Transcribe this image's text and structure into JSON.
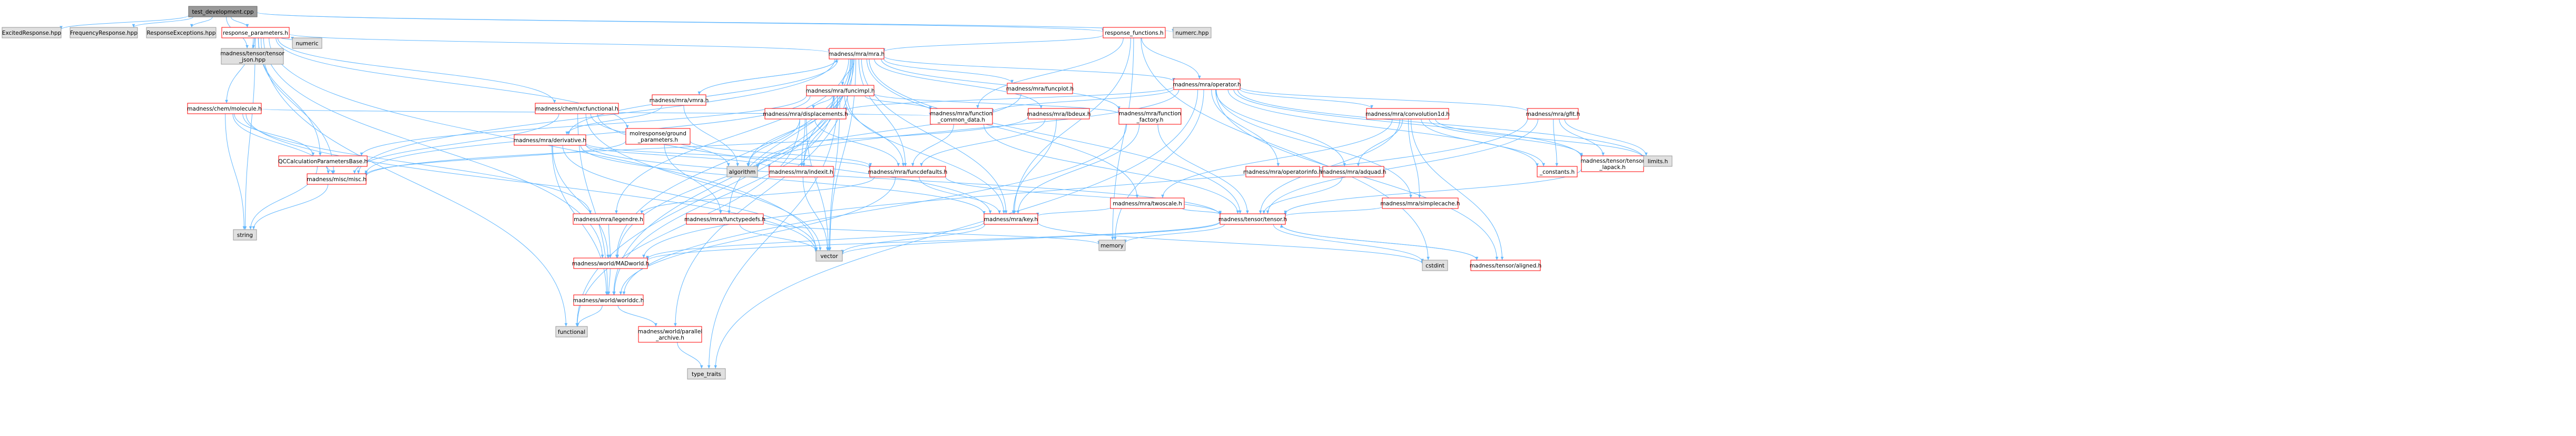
{
  "title": "test_development.cpp",
  "colors": {
    "edge": "#63b8ff",
    "root_fill": "#999999",
    "root_border": "#666666",
    "node_fill": "#ffffff",
    "linked_border": "#ff0000",
    "external_fill": "#e0e0e0",
    "external_border": "#999999",
    "text": "#000000"
  },
  "node_styles": {
    "root": "grey fill, dark border",
    "linked": "white fill, red border",
    "external": "light grey fill, grey border"
  },
  "nodes": [
    {
      "id": "test_development",
      "label": "test_development.cpp",
      "style": "root",
      "link": false
    },
    {
      "id": "ExcitedResponse",
      "label": "ExcitedResponse.hpp",
      "style": "external",
      "link": false
    },
    {
      "id": "FrequencyResponse",
      "label": "FrequencyResponse.hpp",
      "style": "external",
      "link": false
    },
    {
      "id": "ResponseExceptions",
      "label": "ResponseExceptions.hpp",
      "style": "external",
      "link": false
    },
    {
      "id": "response_parameters",
      "label": "response_parameters.h",
      "style": "linked",
      "link": true
    },
    {
      "id": "response_functions",
      "label": "response_functions.h",
      "style": "linked",
      "link": true
    },
    {
      "id": "numerc",
      "label": "numerc.hpp",
      "style": "external",
      "link": false
    },
    {
      "id": "tensor_json",
      "label": "madness/tensor/tensor\n_json.hpp",
      "style": "external",
      "link": false
    },
    {
      "id": "numeric",
      "label": "numeric",
      "style": "external",
      "link": false
    },
    {
      "id": "molecule",
      "label": "madness/chem/molecule.h",
      "style": "linked",
      "link": true
    },
    {
      "id": "QCParam",
      "label": "QCCalculationParametersBase.h",
      "style": "linked",
      "link": true
    },
    {
      "id": "xcfunctional",
      "label": "madness/chem/xcfunctional.h",
      "style": "linked",
      "link": true
    },
    {
      "id": "mra",
      "label": "madness/mra/mra.h",
      "style": "linked",
      "link": true
    },
    {
      "id": "operator",
      "label": "madness/mra/operator.h",
      "style": "linked",
      "link": true
    },
    {
      "id": "vmra",
      "label": "madness/mra/vmra.h",
      "style": "linked",
      "link": true
    },
    {
      "id": "funcimpl",
      "label": "madness/mra/funcimpl.h",
      "style": "linked",
      "link": true
    },
    {
      "id": "funcplot",
      "label": "madness/mra/funcplot.h",
      "style": "linked",
      "link": true
    },
    {
      "id": "molresponse",
      "label": "molresponse/ground\n_parameters.h",
      "style": "linked",
      "link": true
    },
    {
      "id": "derivative",
      "label": "madness/mra/derivative.h",
      "style": "linked",
      "link": true
    },
    {
      "id": "displacements",
      "label": "madness/mra/displacements.h",
      "style": "linked",
      "link": true
    },
    {
      "id": "func_common",
      "label": "madness/mra/function\n_common_data.h",
      "style": "linked",
      "link": true
    },
    {
      "id": "lbdeux",
      "label": "madness/mra/lbdeux.h",
      "style": "linked",
      "link": true
    },
    {
      "id": "func_factory",
      "label": "madness/mra/function\n_factory.h",
      "style": "linked",
      "link": true
    },
    {
      "id": "convolution1d",
      "label": "madness/mra/convolution1d.h",
      "style": "linked",
      "link": true
    },
    {
      "id": "gfit",
      "label": "madness/mra/gfit.h",
      "style": "linked",
      "link": true
    },
    {
      "id": "misc",
      "label": "madness/misc/misc.h",
      "style": "linked",
      "link": true
    },
    {
      "id": "algorithm",
      "label": "algorithm",
      "style": "external",
      "link": false
    },
    {
      "id": "indexit",
      "label": "madness/mra/indexit.h",
      "style": "linked",
      "link": true
    },
    {
      "id": "funcdefaults",
      "label": "madness/mra/funcdefaults.h",
      "style": "linked",
      "link": true
    },
    {
      "id": "twoscale",
      "label": "madness/mra/twoscale.h",
      "style": "linked",
      "link": true
    },
    {
      "id": "operatorinfo",
      "label": "madness/mra/operatorinfo.h",
      "style": "linked",
      "link": true
    },
    {
      "id": "adquad",
      "label": "madness/mra/adquad.h",
      "style": "linked",
      "link": true
    },
    {
      "id": "simplecache",
      "label": "madness/mra/simplecache.h",
      "style": "linked",
      "link": true
    },
    {
      "id": "constants",
      "label": "_constants.h",
      "style": "linked",
      "link": true
    },
    {
      "id": "tensor_lapack",
      "label": "madness/tensor/tensor\n_lapack.h",
      "style": "linked",
      "link": true
    },
    {
      "id": "limits",
      "label": "limits.h",
      "style": "external",
      "link": false
    },
    {
      "id": "string",
      "label": "string",
      "style": "external",
      "link": false
    },
    {
      "id": "legendre",
      "label": "madness/mra/legendre.h",
      "style": "linked",
      "link": true
    },
    {
      "id": "functypedefs",
      "label": "madness/mra/functypedefs.h",
      "style": "linked",
      "link": true
    },
    {
      "id": "key",
      "label": "madness/mra/key.h",
      "style": "linked",
      "link": true
    },
    {
      "id": "tensor",
      "label": "madness/tensor/tensor.h",
      "style": "linked",
      "link": true
    },
    {
      "id": "memory",
      "label": "memory",
      "style": "external",
      "link": false
    },
    {
      "id": "vector",
      "label": "vector",
      "style": "external",
      "link": false
    },
    {
      "id": "MADworld",
      "label": "madness/world/MADworld.h",
      "style": "linked",
      "link": true
    },
    {
      "id": "cstdint",
      "label": "cstdint",
      "style": "external",
      "link": false
    },
    {
      "id": "aligned",
      "label": "madness/tensor/aligned.h",
      "style": "linked",
      "link": true
    },
    {
      "id": "worlddc",
      "label": "madness/world/worlddc.h",
      "style": "linked",
      "link": true
    },
    {
      "id": "functional",
      "label": "functional",
      "style": "external",
      "link": false
    },
    {
      "id": "parallel_archive",
      "label": "madness/world/parallel\n_archive.h",
      "style": "linked",
      "link": true
    },
    {
      "id": "type_traits",
      "label": "type_traits",
      "style": "external",
      "link": false
    }
  ],
  "edges": [
    [
      "test_development",
      "ExcitedResponse"
    ],
    [
      "test_development",
      "FrequencyResponse"
    ],
    [
      "test_development",
      "ResponseExceptions"
    ],
    [
      "test_development",
      "response_parameters"
    ],
    [
      "test_development",
      "response_functions"
    ],
    [
      "test_development",
      "numerc"
    ],
    [
      "test_development",
      "tensor_json"
    ],
    [
      "response_parameters",
      "tensor_json"
    ],
    [
      "response_parameters",
      "numeric"
    ],
    [
      "response_parameters",
      "molecule"
    ],
    [
      "response_parameters",
      "QCParam"
    ],
    [
      "response_parameters",
      "xcfunctional"
    ],
    [
      "response_parameters",
      "mra"
    ],
    [
      "response_parameters",
      "molresponse"
    ],
    [
      "response_parameters",
      "string"
    ],
    [
      "response_parameters",
      "vector"
    ],
    [
      "response_parameters",
      "functional"
    ],
    [
      "response_parameters",
      "misc"
    ],
    [
      "response_parameters",
      "MADworld"
    ],
    [
      "response_functions",
      "mra"
    ],
    [
      "response_functions",
      "operator"
    ],
    [
      "response_functions",
      "func_common"
    ],
    [
      "response_functions",
      "memory"
    ],
    [
      "response_functions",
      "key"
    ],
    [
      "response_functions",
      "cstdint"
    ],
    [
      "molecule",
      "QCParam"
    ],
    [
      "molecule",
      "misc"
    ],
    [
      "molecule",
      "string"
    ],
    [
      "molecule",
      "vector"
    ],
    [
      "molecule",
      "legendre"
    ],
    [
      "molecule",
      "func_common"
    ],
    [
      "QCParam",
      "misc"
    ],
    [
      "QCParam",
      "string"
    ],
    [
      "xcfunctional",
      "misc"
    ],
    [
      "xcfunctional",
      "key"
    ],
    [
      "xcfunctional",
      "vector"
    ],
    [
      "xcfunctional",
      "algorithm"
    ],
    [
      "xcfunctional",
      "worlddc"
    ],
    [
      "mra",
      "vmra"
    ],
    [
      "mra",
      "funcimpl"
    ],
    [
      "mra",
      "funcplot"
    ],
    [
      "mra",
      "operator"
    ],
    [
      "mra",
      "derivative"
    ],
    [
      "mra",
      "lbdeux"
    ],
    [
      "mra",
      "func_factory"
    ],
    [
      "mra",
      "misc"
    ],
    [
      "mra",
      "functypedefs"
    ],
    [
      "mra",
      "legendre"
    ],
    [
      "mra",
      "indexit"
    ],
    [
      "mra",
      "key"
    ],
    [
      "mra",
      "funcdefaults"
    ],
    [
      "mra",
      "twoscale"
    ],
    [
      "mra",
      "tensor"
    ],
    [
      "mra",
      "MADworld"
    ],
    [
      "mra",
      "worlddc"
    ],
    [
      "mra",
      "parallel_archive"
    ],
    [
      "mra",
      "vector"
    ],
    [
      "mra",
      "functional"
    ],
    [
      "vmra",
      "mra"
    ],
    [
      "vmra",
      "derivative"
    ],
    [
      "vmra",
      "algorithm"
    ],
    [
      "funcimpl",
      "displacements"
    ],
    [
      "funcimpl",
      "func_common"
    ],
    [
      "funcimpl",
      "func_factory"
    ],
    [
      "funcimpl",
      "indexit"
    ],
    [
      "funcimpl",
      "key"
    ],
    [
      "funcimpl",
      "funcdefaults"
    ],
    [
      "funcimpl",
      "misc"
    ],
    [
      "funcimpl",
      "MADworld"
    ],
    [
      "funcimpl",
      "worlddc"
    ],
    [
      "funcimpl",
      "type_traits"
    ],
    [
      "funcimpl",
      "algorithm"
    ],
    [
      "funcimpl",
      "vector"
    ],
    [
      "funcimpl",
      "QCParam"
    ],
    [
      "funcplot",
      "algorithm"
    ],
    [
      "operator",
      "convolution1d"
    ],
    [
      "operator",
      "gfit"
    ],
    [
      "operator",
      "operatorinfo"
    ],
    [
      "operator",
      "adquad"
    ],
    [
      "operator",
      "simplecache"
    ],
    [
      "operator",
      "displacements"
    ],
    [
      "operator",
      "algorithm"
    ],
    [
      "operator",
      "limits"
    ],
    [
      "operator",
      "constants"
    ],
    [
      "operator",
      "tensor_lapack"
    ],
    [
      "operator",
      "type_traits"
    ],
    [
      "operator",
      "aligned"
    ],
    [
      "operator",
      "func_common"
    ],
    [
      "operator",
      "memory"
    ],
    [
      "molresponse",
      "functypedefs"
    ],
    [
      "molresponse",
      "misc"
    ],
    [
      "molresponse",
      "funcdefaults"
    ],
    [
      "derivative",
      "funcdefaults"
    ],
    [
      "derivative",
      "indexit"
    ],
    [
      "derivative",
      "MADworld"
    ],
    [
      "derivative",
      "worlddc"
    ],
    [
      "derivative",
      "key"
    ],
    [
      "derivative",
      "tensor"
    ],
    [
      "derivative",
      "vector"
    ],
    [
      "displacements",
      "indexit"
    ],
    [
      "displacements",
      "funcdefaults"
    ],
    [
      "displacements",
      "algorithm"
    ],
    [
      "displacements",
      "vector"
    ],
    [
      "displacements",
      "functional"
    ],
    [
      "func_common",
      "funcdefaults"
    ],
    [
      "func_common",
      "tensor"
    ],
    [
      "lbdeux",
      "key"
    ],
    [
      "lbdeux",
      "funcdefaults"
    ],
    [
      "lbdeux",
      "misc"
    ],
    [
      "func_factory",
      "tensor"
    ],
    [
      "func_factory",
      "key"
    ],
    [
      "func_factory",
      "worlddc"
    ],
    [
      "convolution1d",
      "tensor"
    ],
    [
      "convolution1d",
      "simplecache"
    ],
    [
      "convolution1d",
      "adquad"
    ],
    [
      "convolution1d",
      "twoscale"
    ],
    [
      "convolution1d",
      "constants"
    ],
    [
      "convolution1d",
      "limits"
    ],
    [
      "convolution1d",
      "aligned"
    ],
    [
      "convolution1d",
      "tensor_lapack"
    ],
    [
      "gfit",
      "tensor"
    ],
    [
      "gfit",
      "tensor_lapack"
    ],
    [
      "gfit",
      "constants"
    ],
    [
      "gfit",
      "limits"
    ],
    [
      "gfit",
      "MADworld"
    ],
    [
      "misc",
      "string"
    ],
    [
      "indexit",
      "vector"
    ],
    [
      "funcdefaults",
      "key"
    ],
    [
      "funcdefaults",
      "legendre"
    ],
    [
      "funcdefaults",
      "tensor"
    ],
    [
      "funcdefaults",
      "worlddc"
    ],
    [
      "twoscale",
      "tensor"
    ],
    [
      "twoscale",
      "key"
    ],
    [
      "adquad",
      "tensor"
    ],
    [
      "simplecache",
      "tensor"
    ],
    [
      "tensor_lapack",
      "tensor"
    ],
    [
      "legendre",
      "MADworld"
    ],
    [
      "functypedefs",
      "memory"
    ],
    [
      "functypedefs",
      "vector"
    ],
    [
      "key",
      "vector"
    ],
    [
      "key",
      "MADworld"
    ],
    [
      "key",
      "cstdint"
    ],
    [
      "tensor",
      "aligned"
    ],
    [
      "tensor",
      "memory"
    ],
    [
      "tensor",
      "vector"
    ],
    [
      "tensor",
      "cstdint"
    ],
    [
      "tensor",
      "MADworld"
    ],
    [
      "aligned",
      "tensor"
    ],
    [
      "MADworld",
      "worlddc"
    ],
    [
      "worlddc",
      "functional"
    ],
    [
      "worlddc",
      "parallel_archive"
    ],
    [
      "parallel_archive",
      "type_traits"
    ]
  ]
}
